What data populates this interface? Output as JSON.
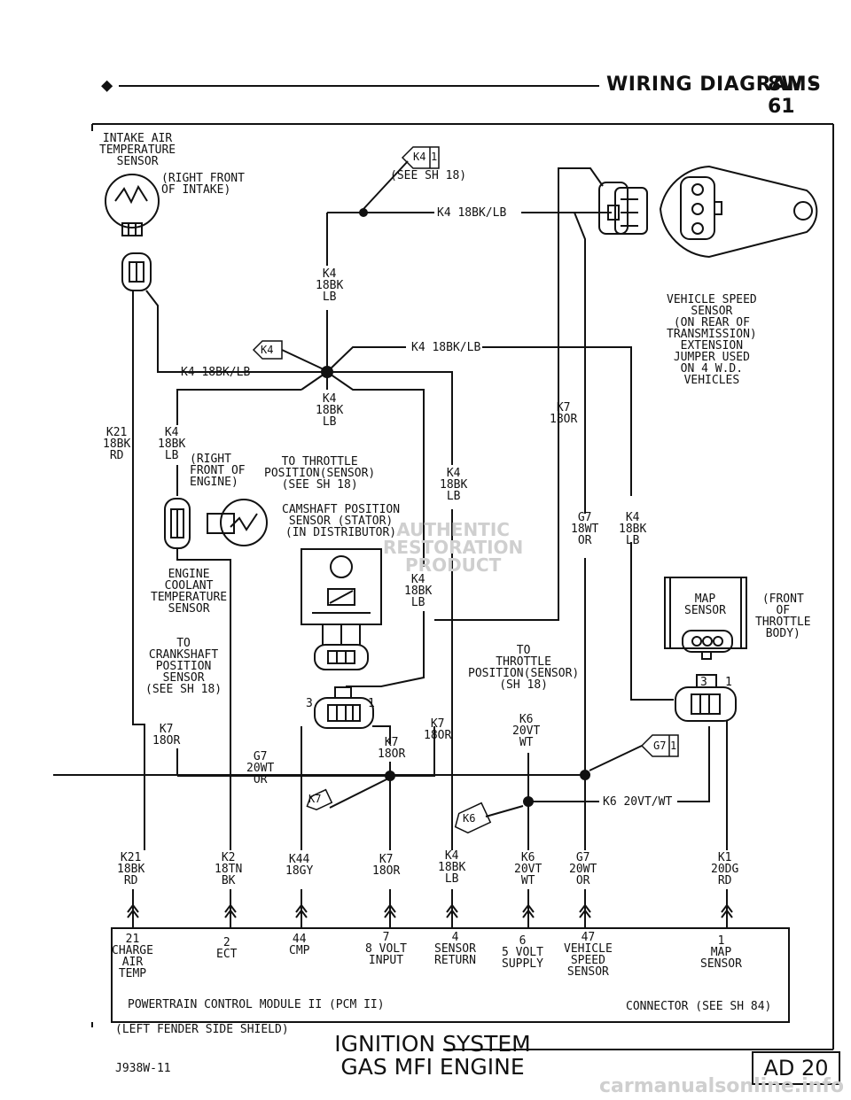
{
  "header": {
    "section_title": "WIRING DIAGRAMS",
    "page_number": "8W - 61"
  },
  "labels": {
    "iat_sensor": "INTAKE AIR\nTEMPERATURE\nSENSOR",
    "iat_location": "(RIGHT FRONT\nOF INTAKE)",
    "k4_ref_tag": "K4",
    "k4_ref_num": "1",
    "see_sh18_top": "(SEE SH 18)",
    "k4_18bklb_top": "K4 18BK/LB",
    "k4_18bk_lb_a": "K4\n18BK\nLB",
    "k4_tag_mid": "K4",
    "k4_18bklb_right": "K4 18BK/LB",
    "k4_18bklb_left": "K4 18BK/LB",
    "k4_18bk_lb_b": "K4\n18BK\nLB",
    "vss_label": "VEHICLE SPEED\nSENSOR\n(ON REAR OF\nTRANSMISSION)\nEXTENSION\nJUMPER USED\nON 4 W.D.\nVEHICLES",
    "k21_18bk_rd_top": "K21\n18BK\nRD",
    "k4_18bk_lb_c": "K4\n18BK\nLB",
    "ect_location": "(RIGHT\nFRONT OF\nENGINE)",
    "to_tps_left": "TO THROTTLE\nPOSITION(SENSOR)\n(SEE SH 18)",
    "k4_18bk_lb_d": "K4\n18BK\nLB",
    "k7_18or_top": "K7\n18OR",
    "camshaft_label": "CAMSHAFT POSITION\nSENSOR (STATOR)\n(IN DISTRIBUTOR)",
    "g7_18wt_or": "G7\n18WT\nOR",
    "k4_18bk_lb_e": "K4\n18BK\nLB",
    "ect_sensor": "ENGINE\nCOOLANT\nTEMPERATURE\nSENSOR",
    "k4_18bk_lb_f": "K4\n18BK\nLB",
    "map_sensor": "MAP\nSENSOR",
    "map_location": "(FRONT\nOF\nTHROTTLE\nBODY)",
    "to_ckp": "TO\nCRANKSHAFT\nPOSITION\nSENSOR\n(SEE SH 18)",
    "to_tps_right": "TO\nTHROTTLE\nPOSITION(SENSOR)\n(SH 18)",
    "k7_18or_left": "K7\n18OR",
    "k7_18or_mid": "K7\n18OR",
    "k7_18or_right": "K7\n18OR",
    "k6_20vt_wt_top": "K6\n20VT\nWT",
    "g7_20wt_or_mid": "G7\n20WT\nOR",
    "g7_tag": "G7",
    "g7_num": "1",
    "k7_tag": "K7",
    "k6_tag": "K6",
    "k6_20vtwt": "K6 20VT/WT",
    "pin_3": "3",
    "pin_1": "1",
    "map_pin_3": "3",
    "map_pin_1": "1"
  },
  "wire_labels": [
    {
      "code": "K21\n18BK\nRD"
    },
    {
      "code": "K2\n18TN\nBK"
    },
    {
      "code": "K44\n18GY"
    },
    {
      "code": "K7\n18OR"
    },
    {
      "code": "K4\n18BK\nLB"
    },
    {
      "code": "K6\n20VT\nWT"
    },
    {
      "code": "G7\n20WT\nOR"
    },
    {
      "code": "K1\n20DG\nRD"
    }
  ],
  "pcm_pins": [
    {
      "pin": "21",
      "name": "CHARGE\nAIR\nTEMP"
    },
    {
      "pin": "2",
      "name": "ECT"
    },
    {
      "pin": "44",
      "name": "CMP"
    },
    {
      "pin": "7",
      "name": "8 VOLT\nINPUT"
    },
    {
      "pin": "4",
      "name": "SENSOR\nRETURN"
    },
    {
      "pin": "6",
      "name": "5 VOLT\nSUPPLY"
    },
    {
      "pin": "47",
      "name": "VEHICLE\nSPEED\nSENSOR"
    },
    {
      "pin": "1",
      "name": "MAP\nSENSOR"
    }
  ],
  "pcm": {
    "module": "POWERTRAIN CONTROL MODULE II (PCM II)",
    "connector": "CONNECTOR (SEE SH 84)",
    "location": "(LEFT FENDER SIDE SHIELD)"
  },
  "footer": {
    "system_line1": "IGNITION SYSTEM",
    "system_line2": "GAS MFI ENGINE",
    "drawing_id": "J938W-11",
    "ad_box": "AD 20",
    "watermark_top": "AUTHENTIC\nRESTORATION\nPRODUCT",
    "watermark_url": "carmanualsonline.info"
  }
}
